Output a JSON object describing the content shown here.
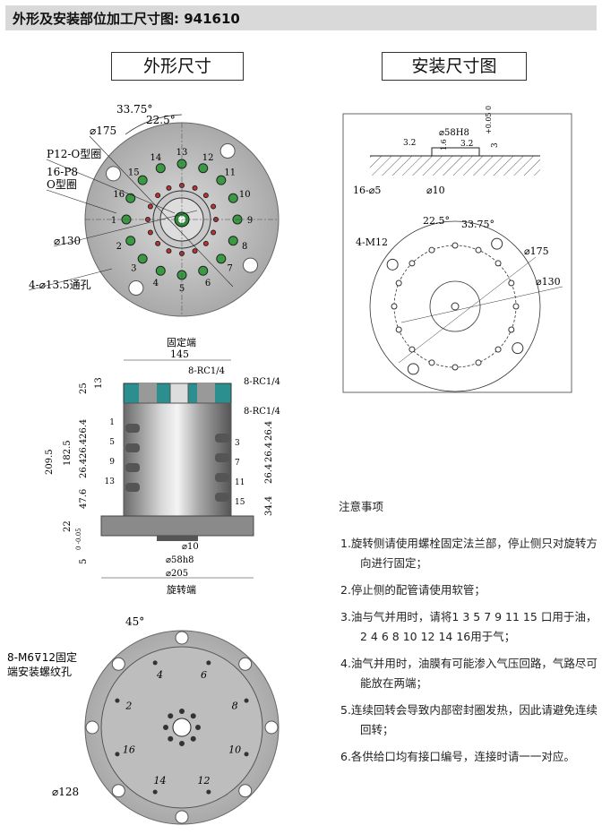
{
  "header": {
    "title": "外形及安装部位加工尺寸图: 941610"
  },
  "outline_title": "外形尺寸",
  "install_title": "安装尺寸图",
  "front_view": {
    "angle_a": "33.75°",
    "angle_b": "22.5°",
    "d175": "⌀175",
    "oring_p12": "P12-O型圈",
    "oring_p8_line1": "16-P8",
    "oring_p8_line2": "O型圈",
    "d130": "⌀130",
    "thru_holes": "4-⌀13.5通孔",
    "ports": [
      "1",
      "2",
      "3",
      "4",
      "5",
      "6",
      "7",
      "8",
      "9",
      "10",
      "11",
      "12",
      "13",
      "14",
      "15",
      "16"
    ]
  },
  "side_view": {
    "fixed_end": "固定端",
    "rotating_end": "旋转端",
    "w145": "145",
    "rc_top": "8-RC1/4",
    "rc_right": "8-RC1/4",
    "rc_side": "8-RC1/4",
    "h25": "25",
    "h13": "13",
    "h209": "209.5",
    "h182": "182.5",
    "left_pitch": [
      "26.4",
      "26.4",
      "26.4"
    ],
    "h47": "47.6",
    "right_pitch": [
      "26.4",
      "26.4",
      "26.4"
    ],
    "h34": "34.4",
    "h22": "22",
    "tol": "0 -0.05",
    "h5": "5",
    "d10": "⌀10",
    "d58": "⌀58h8",
    "d205": "⌀205",
    "left_ports": [
      "1",
      "5",
      "9",
      "13"
    ],
    "right_ports": [
      "3",
      "7",
      "11",
      "15"
    ]
  },
  "bottom_view": {
    "angle": "45°",
    "thread_line1": "8-M6⊽12固定",
    "thread_line2": "端安装螺纹孔",
    "d128": "⌀128",
    "ports": [
      "2",
      "4",
      "6",
      "8",
      "10",
      "12",
      "14",
      "16"
    ]
  },
  "install_view": {
    "d58": "⌀58H8",
    "tol": "+0.05 0",
    "depth": "3",
    "rough1": "3.2",
    "rough2": "3.2",
    "rough3": "1.6",
    "holes16": "16-⌀5",
    "d10": "⌀10",
    "angle_b": "22.5°",
    "angle_a": "33.75°",
    "m12": "4-M12",
    "d175": "⌀175",
    "d130": "⌀130"
  },
  "notes": {
    "title": "注意事项",
    "items": [
      "1.旋转侧请使用螺栓固定法兰部，停止侧只对旋转方向进行固定；",
      "2.停止侧的配管请使用软管；",
      "3.油与气并用时，请将1 3 5 7 9 11 15 口用于油，2 4 6 8 10 12 14 16用于气；",
      "4.油气并用时，油膜有可能渗入气压回路，气路尽可能放在两端；",
      "5.连续回转会导致内部密封圈发热，因此请避免连续回转；",
      "6.各供给口均有接口编号，连接时请一一对应。"
    ]
  }
}
